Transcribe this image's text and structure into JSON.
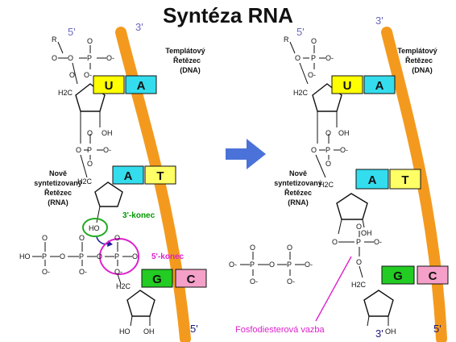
{
  "title": "Syntéza RNA",
  "colors": {
    "strand": "#f39a1e",
    "arrow": "#4a72d8",
    "uracil": "#ffff00",
    "adenine": "#33ddee",
    "thymine": "#ffff66",
    "guanine": "#22cc22",
    "cytosine": "#f5a0c8",
    "end_label": "#6a6abe",
    "three_prime_label": "#009900",
    "five_prime_label": "#dd22cc",
    "ho_circle": "#22aa22",
    "phosphate_circle": "#dd22cc",
    "bond_label": "#dd22cc"
  },
  "left": {
    "end_5_top": "5'",
    "end_3_top": "3'",
    "end_5_bottom": "5'",
    "template_label": [
      "Templátový",
      "Řetězec",
      "(DNA)"
    ],
    "new_strand_label": [
      "Nově",
      "syntetizovaný",
      "Řetězec",
      "(RNA)"
    ],
    "r_group": "R",
    "label_3_end": "3'-konec",
    "label_5_end": "5'-konec",
    "ho": "HO",
    "oh": "OH",
    "h2c": "H2C",
    "o_minus": "O-",
    "ho_minus": "HO",
    "bases": [
      {
        "left": "U",
        "right": "A"
      },
      {
        "left": "A",
        "right": "T"
      },
      {
        "left": "G",
        "right": "C"
      }
    ]
  },
  "right": {
    "end_5_top": "5'",
    "end_3_top": "3'",
    "end_5_bottom": "5'",
    "end_3_bottom": "3'",
    "template_label": [
      "Templátový",
      "Řetězec",
      "(DNA)"
    ],
    "new_strand_label": [
      "Nově",
      "syntetizovaný",
      "Řetězec",
      "(RNA)"
    ],
    "bond_label": "Fosfodiesterová vazba",
    "bases": [
      {
        "left": "U",
        "right": "A"
      },
      {
        "left": "A",
        "right": "T"
      },
      {
        "left": "G",
        "right": "C"
      }
    ]
  },
  "atoms": {
    "O": "O",
    "P": "P",
    "Ominus": "O-",
    "OH": "OH",
    "HO": "HO",
    "H2C": "H2C",
    "R": "R"
  }
}
